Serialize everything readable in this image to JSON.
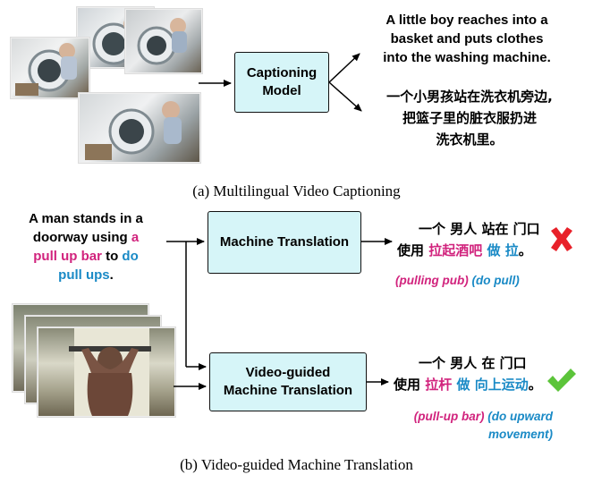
{
  "part_a": {
    "model_box": "Captioning\nModel",
    "english_caption": [
      "A little boy reaches into a",
      "basket and puts clothes",
      "into the washing machine."
    ],
    "chinese_caption": [
      "一个小男孩站在洗衣机旁边,",
      "把篮子里的脏衣服扔进",
      "洗衣机里。"
    ],
    "caption": "(a) Multilingual Video Captioning"
  },
  "part_b": {
    "source_sentence": {
      "l1": "A man stands in a",
      "l2_a": "doorway using ",
      "l2_b": "a",
      "l3_a": "pull up bar",
      "l3_b": " to ",
      "l3_c": "do",
      "l4": "pull ups",
      "l4_end": "."
    },
    "mt_box": "Machine Translation",
    "vmt_box": "Video-guided\nMachine Translation",
    "mt_output": {
      "l1": "一个 男人 站在 门口",
      "l2_a": "使用 ",
      "l2_b": "拉起酒吧",
      "l2_c": " 做 ",
      "l2_d": "拉",
      "l2_e": "。",
      "gloss_pink": "(pulling pub)",
      "gloss_blue": "(do pull)"
    },
    "vmt_output": {
      "l1": "一个 男人 在 门口",
      "l2_a": "使用 ",
      "l2_b": "拉杆",
      "l2_c": " 做 向上运动",
      "l2_d": "。",
      "gloss_pink": "(pull-up bar)",
      "gloss_blue_1": "(do upward",
      "gloss_blue_2": "movement)"
    },
    "caption": "(b) Video-guided Machine Translation"
  },
  "colors": {
    "pink": "#d1237d",
    "blue": "#1a8ac6",
    "box_fill": "#d6f5f8",
    "cross": "#e8212a",
    "check": "#5cc43a"
  }
}
